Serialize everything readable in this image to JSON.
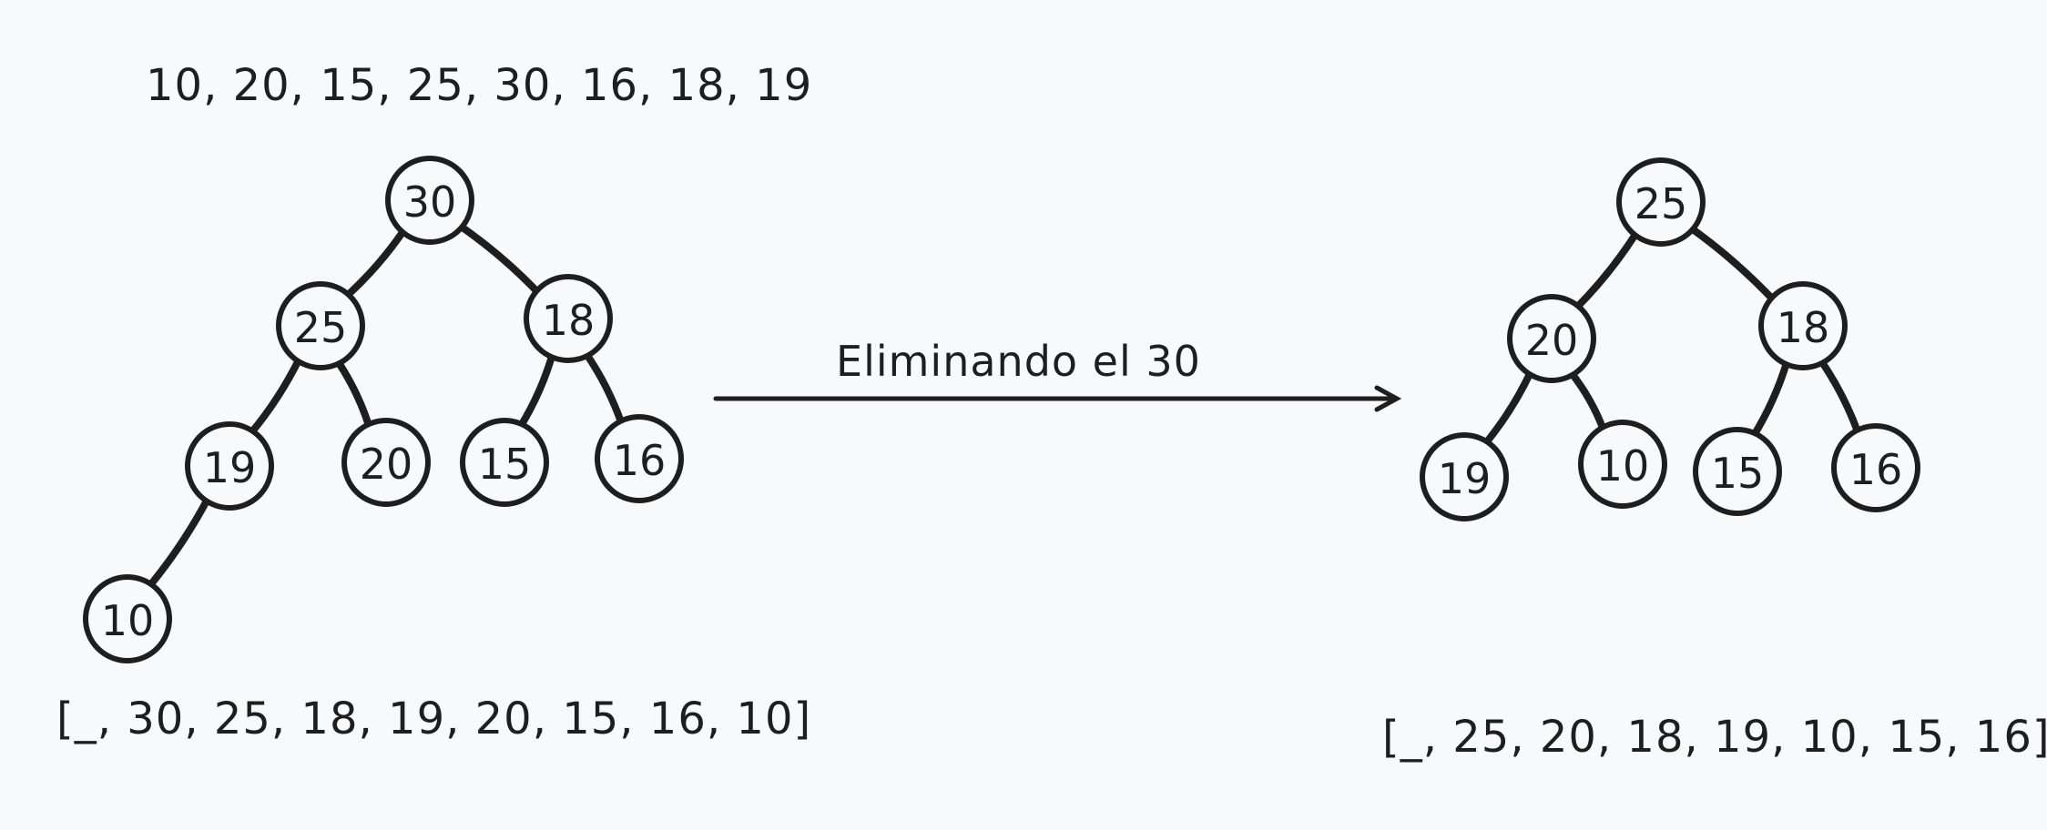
{
  "insert_sequence": "10, 20, 15, 25, 30, 16, 18, 19",
  "operation_label": "Eliminando el 30",
  "before": {
    "array": "[_, 30, 25, 18, 19, 20, 15, 16, 10]",
    "nodes": [
      {
        "id": "b30",
        "value": "30",
        "parent": null
      },
      {
        "id": "b25",
        "value": "25",
        "parent": "b30"
      },
      {
        "id": "b18",
        "value": "18",
        "parent": "b30"
      },
      {
        "id": "b19",
        "value": "19",
        "parent": "b25"
      },
      {
        "id": "b20",
        "value": "20",
        "parent": "b25"
      },
      {
        "id": "b15",
        "value": "15",
        "parent": "b18"
      },
      {
        "id": "b16",
        "value": "16",
        "parent": "b18"
      },
      {
        "id": "b10",
        "value": "10",
        "parent": "b19"
      }
    ]
  },
  "after": {
    "array": "[_, 25, 20, 18, 19, 10, 15, 16]",
    "nodes": [
      {
        "id": "a25",
        "value": "25",
        "parent": null
      },
      {
        "id": "a20",
        "value": "20",
        "parent": "a25"
      },
      {
        "id": "a18",
        "value": "18",
        "parent": "a25"
      },
      {
        "id": "a19",
        "value": "19",
        "parent": "a20"
      },
      {
        "id": "a10",
        "value": "10",
        "parent": "a20"
      },
      {
        "id": "a15",
        "value": "15",
        "parent": "a18"
      },
      {
        "id": "a16",
        "value": "16",
        "parent": "a18"
      }
    ]
  }
}
